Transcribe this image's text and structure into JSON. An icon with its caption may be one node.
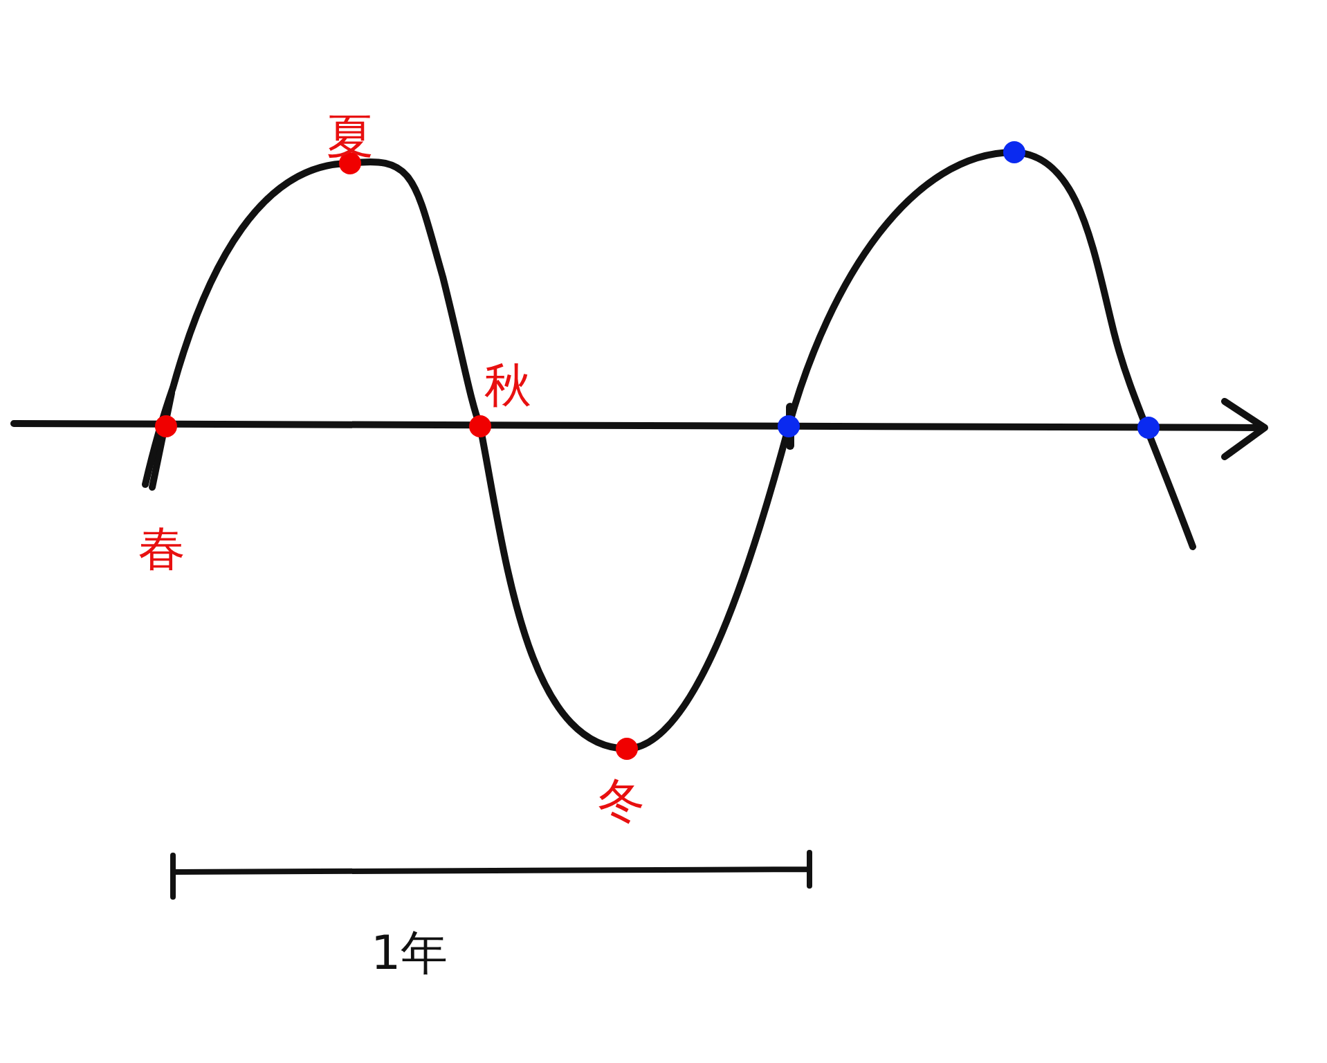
{
  "diagram": {
    "labels": [
      "夏",
      "秋",
      "春",
      "冬",
      "1年"
    ]
  }
}
